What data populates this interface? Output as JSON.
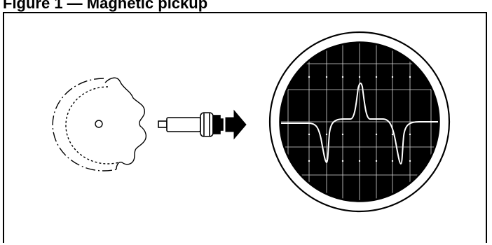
{
  "caption": {
    "text": "Figure 1 — Magnetic pickup"
  },
  "diagram": {
    "components": [
      "toothed-wheel",
      "magnetic-sensor",
      "signal-arrow",
      "oscilloscope"
    ],
    "colors": {
      "line": "#000000",
      "screen": "#000000",
      "trace": "#ffffff",
      "background": "#ffffff"
    }
  }
}
